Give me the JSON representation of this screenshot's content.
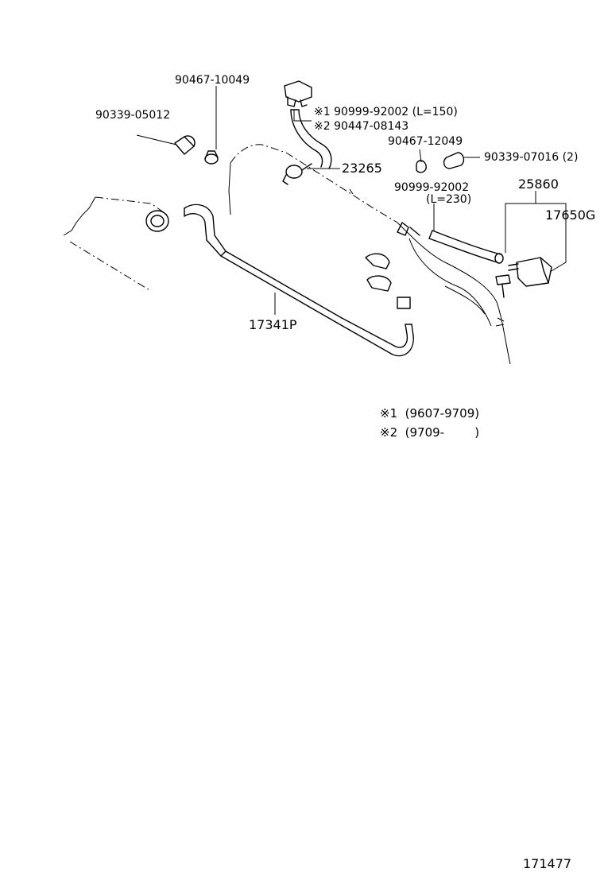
{
  "labels": {
    "clip_upper": "90467-10049",
    "hose_cap_left": "90339-05012",
    "note1_hose": "※1 90999-92002 (L=150)",
    "note2_hose": "※2 90447-08143",
    "clip_right": "90467-12049",
    "cap_right": "90339-07016 (2)",
    "valve": "23265",
    "assembly": "25860",
    "hose_right": "90999-92002",
    "hose_right_length": "(L=230)",
    "vsv": "17650G",
    "pipe": "17341P"
  },
  "notes": {
    "note1": "※1  (9607-9709)",
    "note2": "※2  (9709-        )"
  },
  "diagram_id": "171477"
}
